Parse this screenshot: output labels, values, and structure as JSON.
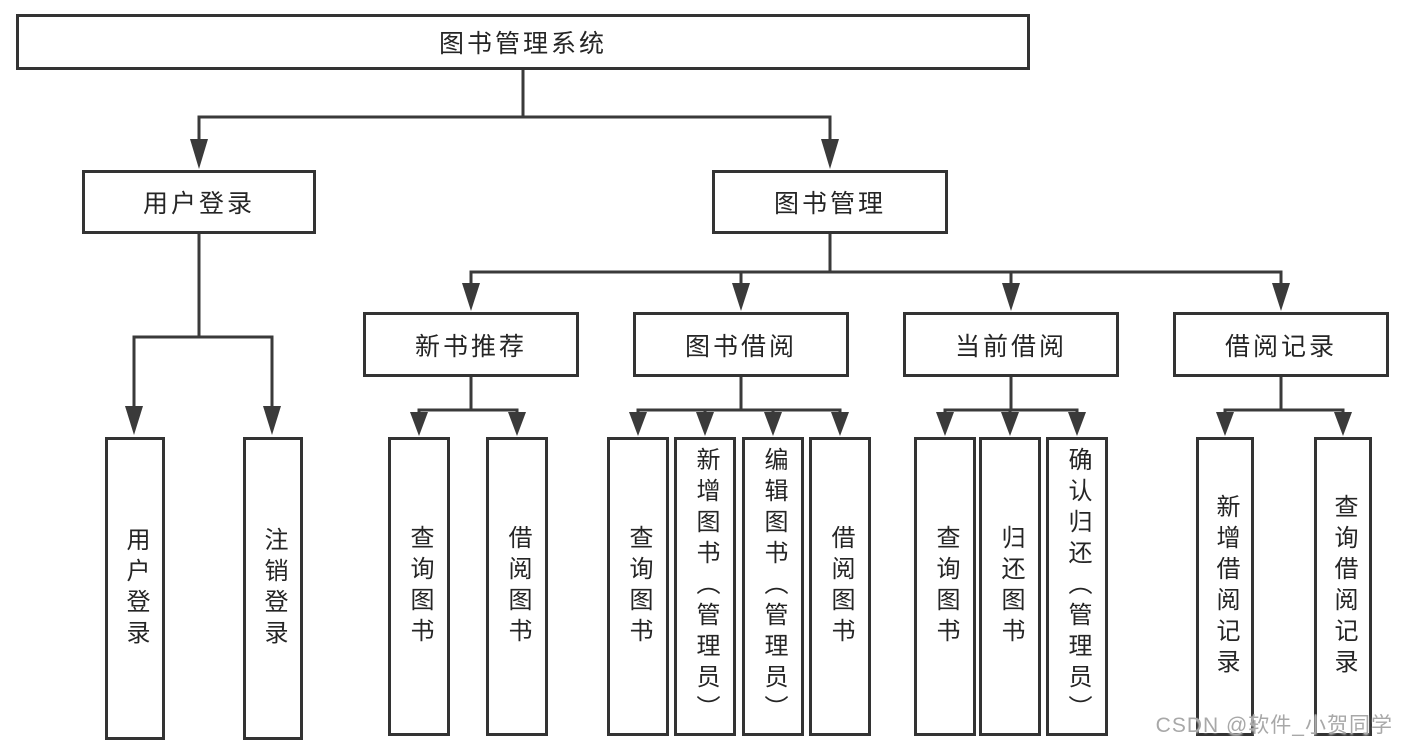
{
  "diagram": {
    "title": "图书管理系统",
    "branches": [
      {
        "label": "用户登录",
        "leaves": [
          "用户登录",
          "注销登录"
        ]
      },
      {
        "label": "图书管理",
        "groups": [
          {
            "label": "新书推荐",
            "leaves": [
              "查询图书",
              "借阅图书"
            ]
          },
          {
            "label": "图书借阅",
            "leaves": [
              "查询图书",
              "新增图书（管理员）",
              "编辑图书（管理员）",
              "借阅图书"
            ]
          },
          {
            "label": "当前借阅",
            "leaves": [
              "查询图书",
              "归还图书",
              "确认归还（管理员）"
            ]
          },
          {
            "label": "借阅记录",
            "leaves": [
              "新增借阅记录",
              "查询借阅记录"
            ]
          }
        ]
      }
    ]
  },
  "watermark": "CSDN @软件_小贺同学",
  "colors": {
    "line": "#3a3a3a",
    "box_border": "#333333",
    "text": "#252525",
    "watermark": "#a8a8a8",
    "background": "#ffffff"
  }
}
